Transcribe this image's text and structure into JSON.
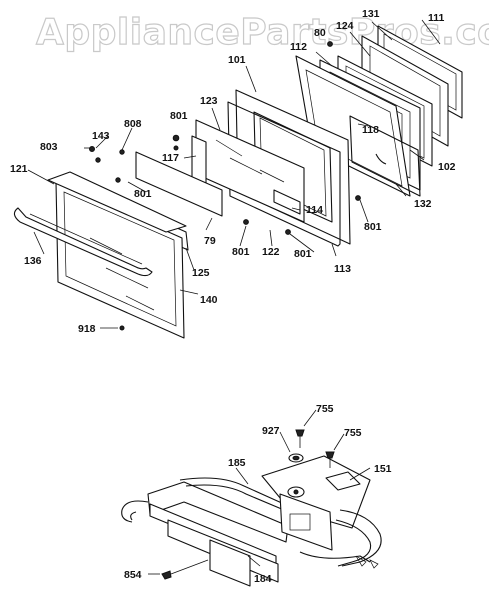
{
  "watermark": "AppliancePartsPros.com",
  "callouts": {
    "c111": "111",
    "c131": "131",
    "c124": "124",
    "c80": "80",
    "c112": "112",
    "c101": "101",
    "c123": "123",
    "c118": "118",
    "c801a": "801",
    "c808": "808",
    "c143": "143",
    "c803": "803",
    "c117": "117",
    "c121": "121",
    "c801b": "801",
    "c102": "102",
    "c132": "132",
    "c114": "114",
    "c79": "79",
    "c801c": "801",
    "c801d": "801",
    "c122": "122",
    "c801e": "801",
    "c136": "136",
    "c125": "125",
    "c113": "113",
    "c140": "140",
    "c918": "918",
    "c755a": "755",
    "c927": "927",
    "c755b": "755",
    "c185": "185",
    "c151": "151",
    "c854": "854",
    "c184": "184"
  }
}
